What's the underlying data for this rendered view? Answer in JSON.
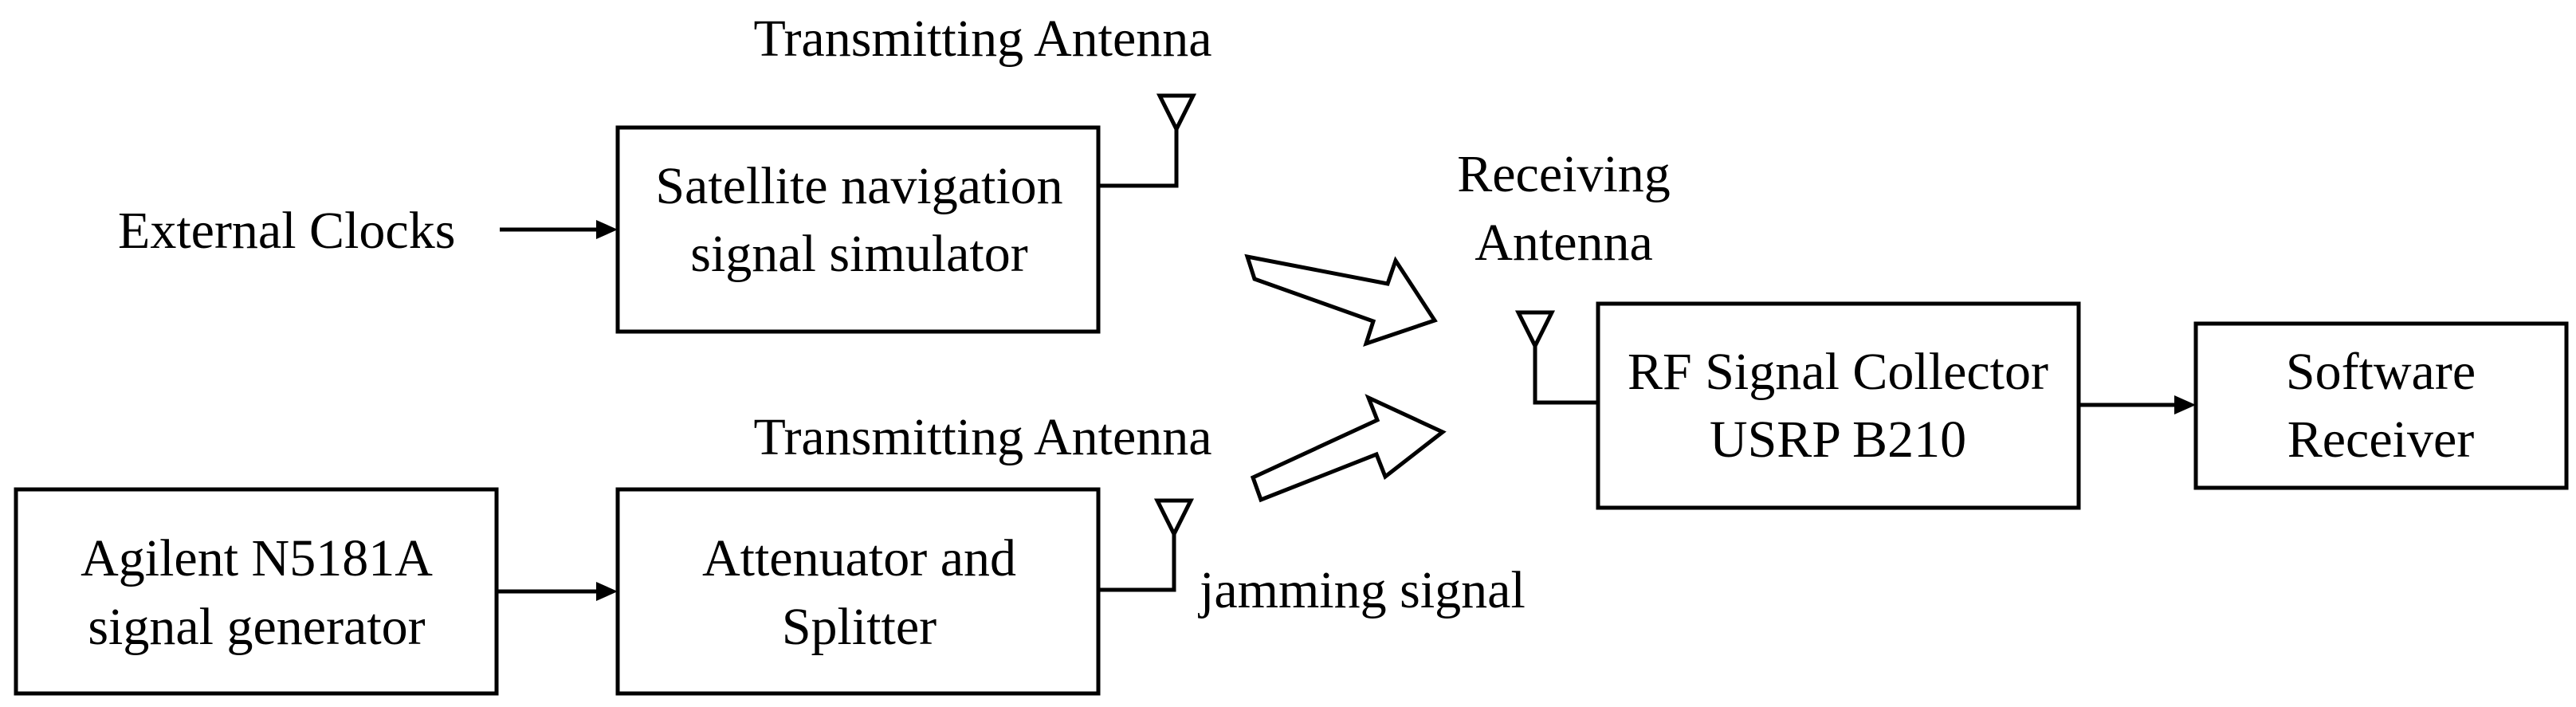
{
  "diagram": {
    "labels": {
      "tx_antenna_top": "Transmitting Antenna",
      "tx_antenna_bottom": "Transmitting Antenna",
      "rx_antenna_line1": "Receiving",
      "rx_antenna_line2": "Antenna",
      "external_clocks": "External Clocks",
      "jamming_signal": "jamming signal"
    },
    "blocks": {
      "satellite_simulator": {
        "line1": "Satellite navigation",
        "line2": "signal simulator"
      },
      "signal_generator": {
        "line1": "Agilent N5181A",
        "line2": "signal generator"
      },
      "attenuator_splitter": {
        "line1": "Attenuator and",
        "line2": "Splitter"
      },
      "rf_collector": {
        "line1": "RF Signal Collector",
        "line2": "USRP  B210"
      },
      "software_receiver": {
        "line1": "Software",
        "line2": "Receiver"
      }
    }
  }
}
